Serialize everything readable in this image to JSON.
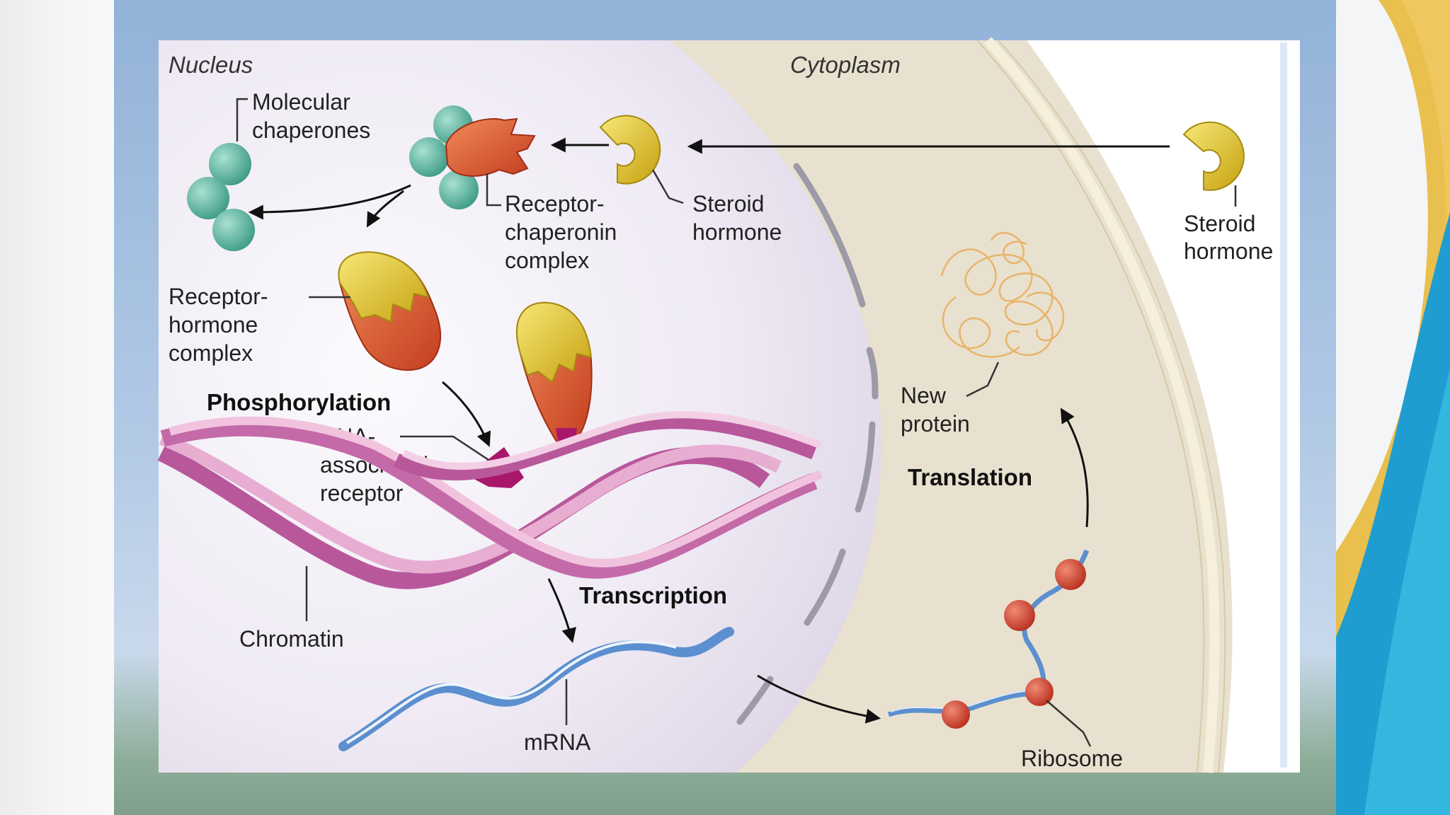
{
  "regions": {
    "nucleus": "Nucleus",
    "cytoplasm": "Cytoplasm"
  },
  "labels": {
    "molecular_chaperones": [
      "Molecular",
      "chaperones"
    ],
    "receptor_chaperonin_complex": [
      "Receptor-",
      "chaperonin",
      "complex"
    ],
    "steroid_hormone_nucleus": [
      "Steroid",
      "hormone"
    ],
    "steroid_hormone_outside": [
      "Steroid",
      "hormone"
    ],
    "receptor_hormone_complex": [
      "Receptor-",
      "hormone",
      "complex"
    ],
    "phosphorylation": "Phosphorylation",
    "dna_associated_receptor": [
      "DNA-",
      "associated",
      "receptor"
    ],
    "chromatin": "Chromatin",
    "transcription": "Transcription",
    "mrna": "mRNA",
    "new_protein": [
      "New",
      "protein"
    ],
    "translation": "Translation",
    "ribosome": "Ribosome"
  },
  "colors": {
    "nucleus_fill": "#ebe6f1",
    "cytoplasm_fill": "#e9e1d1",
    "chaperone": "#5fb8a2",
    "hormone": "#e0c020",
    "receptor": "#d9542e",
    "dna_strand": "#c46aa8",
    "mrna": "#5b8fcf",
    "ribosome": "#d64a35",
    "protein": "#e8b46a"
  }
}
